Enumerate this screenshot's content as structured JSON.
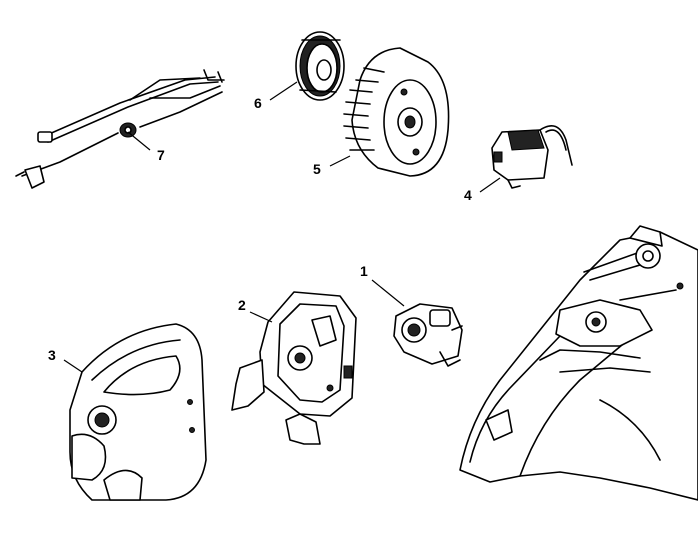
{
  "diagram": {
    "parts": [
      {
        "id": "carburetor",
        "number": "1"
      },
      {
        "id": "carburetor-box",
        "number": "2"
      },
      {
        "id": "shroud",
        "number": "3"
      },
      {
        "id": "ignition-module",
        "number": "4"
      },
      {
        "id": "flywheel",
        "number": "5"
      },
      {
        "id": "pawl-carrier",
        "number": "6"
      },
      {
        "id": "short-circuit-wire",
        "number": "7"
      }
    ],
    "line_color": "#000000",
    "background": "#ffffff"
  }
}
